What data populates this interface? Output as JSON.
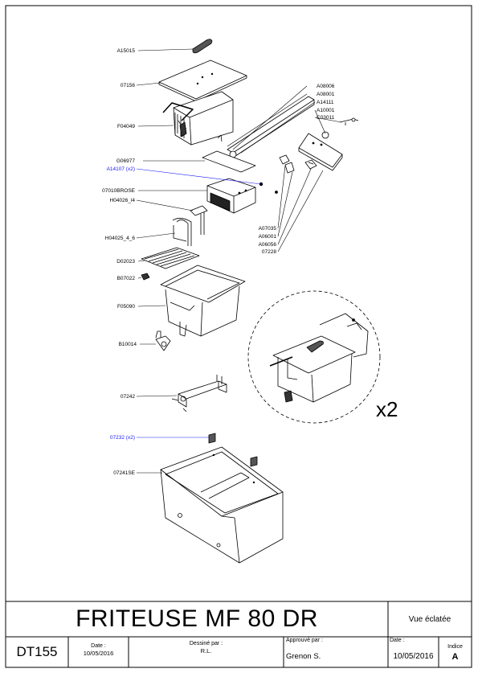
{
  "parts": [
    {
      "ref": "A15015"
    },
    {
      "ref": "07156"
    },
    {
      "ref": "F04049"
    },
    {
      "ref": "G06977"
    },
    {
      "ref": "A14107  (x2)",
      "highlight": true
    },
    {
      "ref": "07010BROSE"
    },
    {
      "ref": "H04026_l4"
    },
    {
      "ref": "H04025_4_6"
    },
    {
      "ref": "D02023"
    },
    {
      "ref": "B07022"
    },
    {
      "ref": "F05090"
    },
    {
      "ref": "B10014"
    },
    {
      "ref": "07242"
    },
    {
      "ref": "07232  (x2)",
      "highlight": true
    },
    {
      "ref": "07241SE"
    },
    {
      "ref": "A08006"
    },
    {
      "ref": "A08001"
    },
    {
      "ref": "A14111"
    },
    {
      "ref": "A10001"
    },
    {
      "ref": "C03011"
    },
    {
      "ref": "A07035"
    },
    {
      "ref": "A06001"
    },
    {
      "ref": "A06056"
    },
    {
      "ref": "07228"
    }
  ],
  "detail_multiplier": "x2",
  "colors": {
    "highlight": "#1a1aff",
    "lines": "#000000"
  },
  "title_block": {
    "title": "FRITEUSE MF 80 DR",
    "view": "Vue éclatée",
    "doc_number": "DT155",
    "date_caption": "Date :",
    "date_value": "10/05/2016",
    "drawn_by_caption": "Dessiné par :",
    "drawn_by_value": "R.L.",
    "approved_by_caption": "Approuvé par :",
    "approved_by_value": "Grenon S.",
    "date2_caption": "Date :",
    "date2_value": "10/05/2016",
    "index_caption": "Indice",
    "index_value": "A"
  }
}
